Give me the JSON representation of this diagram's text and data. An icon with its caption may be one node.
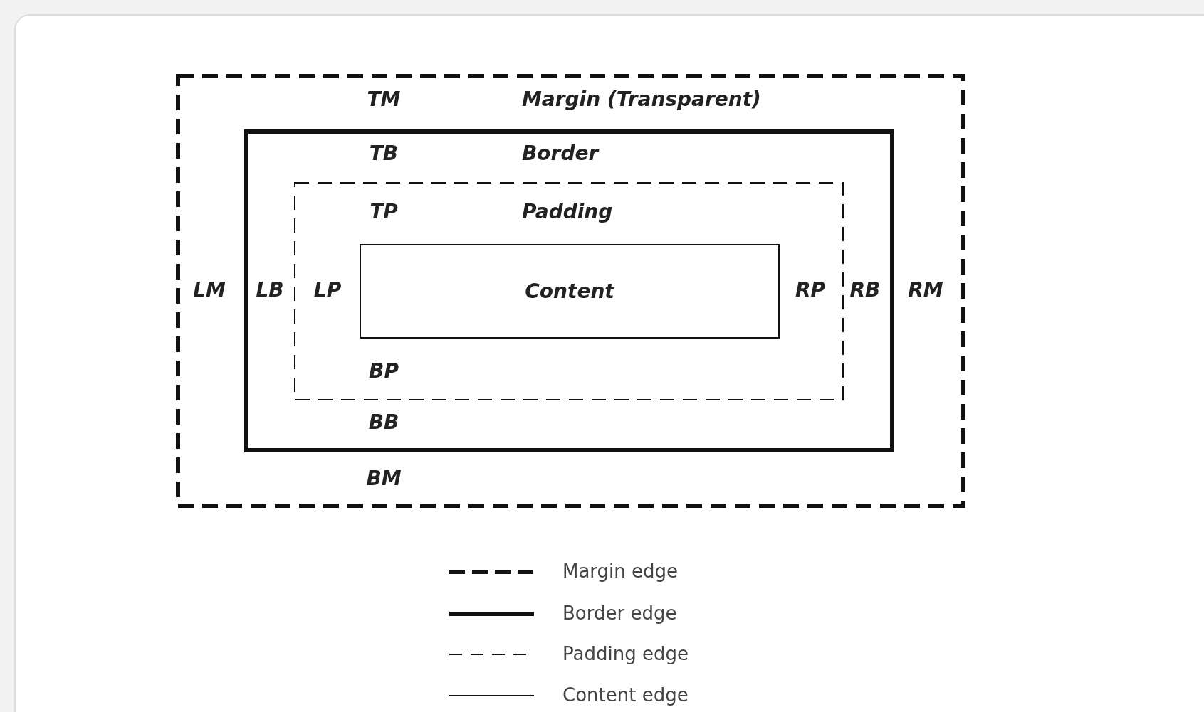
{
  "diagram": {
    "nodes": [
      {
        "text": [
          "Margin (Transparent)"
        ]
      },
      {
        "text": [
          "Border"
        ],
        "in": 0
      },
      {
        "text": [
          "Padding"
        ],
        "in": 1
      },
      {
        "text": [
          "Content"
        ],
        "in": 2
      }
    ],
    "labels": [
      "TM",
      "TB",
      "TP",
      "LM",
      "LB",
      "LP",
      "RP",
      "RB",
      "RM",
      "BP",
      "BB",
      "BM"
    ],
    "legend": [
      {
        "text": "Margin edge"
      },
      {
        "text": "Border edge"
      },
      {
        "text": "Padding edge"
      },
      {
        "text": "Content edge"
      }
    ]
  }
}
